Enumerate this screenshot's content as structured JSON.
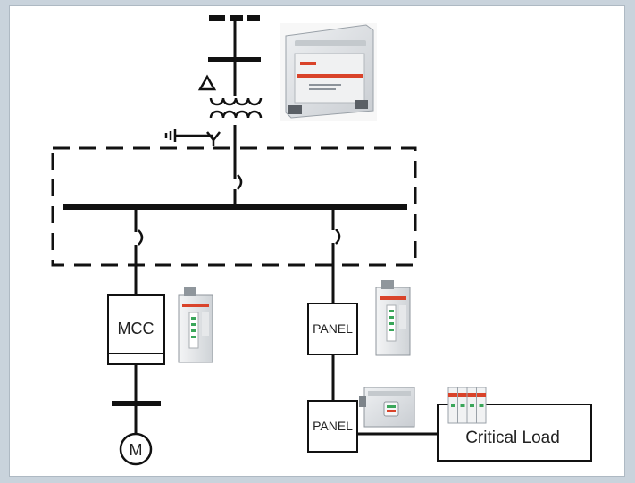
{
  "labels": {
    "mcc": "MCC",
    "panel_upper": "PANEL",
    "panel_lower": "PANEL",
    "critical_load": "Critical Load",
    "motor": "M"
  },
  "colors": {
    "line": "#111111",
    "spd_accent": "#d9432a",
    "enclosure_body": "#dfe2e5",
    "module_green": "#3aa65a"
  }
}
